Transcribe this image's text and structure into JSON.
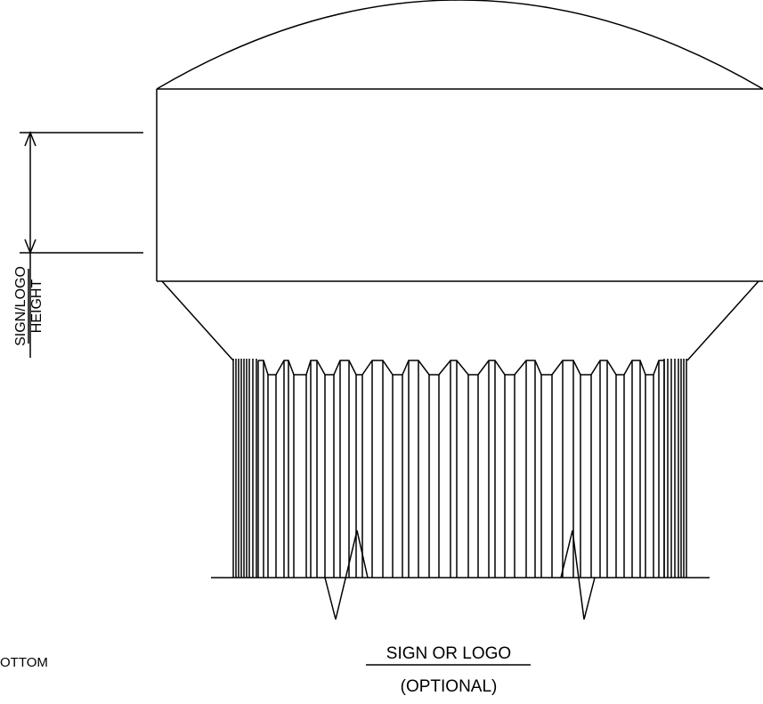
{
  "dimension": {
    "label_line1": "SIGN/LOGO",
    "label_line2": "HEIGHT"
  },
  "callout": {
    "line1": "SIGN OR LOGO",
    "line2": "(OPTIONAL)"
  },
  "edge_fragment": "OTTOM"
}
